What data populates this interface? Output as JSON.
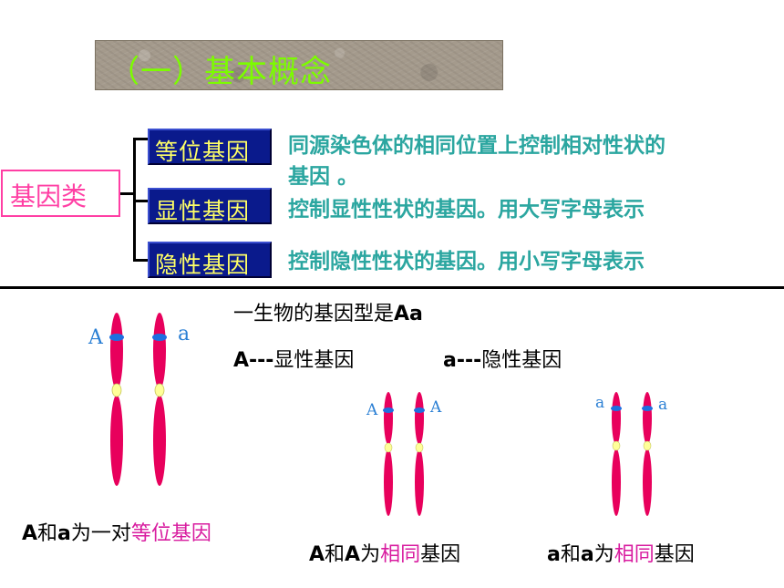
{
  "title": "（一）基本概念",
  "category": "基因类",
  "terms": [
    {
      "term": "等位基因",
      "definition_line1": "同源染色体的相同位置上控制相对性状的",
      "definition_line2": "基因 。"
    },
    {
      "term": "显性基因",
      "definition_line1": "控制显性性状的基因。用大写字母表示"
    },
    {
      "term": "隐性基因",
      "definition_line1": "控制隐性性状的基因。用小写字母表示"
    }
  ],
  "example": {
    "intro_prefix": "一生物的基因型是",
    "intro_genotype": "Aa",
    "dominant_symbol": "A---",
    "dominant_label": "显性基因",
    "recessive_symbol": "a---",
    "recessive_label": "隐性基因"
  },
  "diagrams": [
    {
      "left_allele": "A",
      "right_allele": "a"
    },
    {
      "left_allele": "A",
      "right_allele": "A"
    },
    {
      "left_allele": "a",
      "right_allele": "a"
    }
  ],
  "captions": {
    "c1": {
      "part1": "A",
      "part2": "和",
      "part3": "a",
      "part4": "为一对",
      "part5": "等位基因"
    },
    "c2": {
      "part1": "A",
      "part2": "和",
      "part3": "A",
      "part4": "为",
      "part5": "相同",
      "part6": "基因"
    },
    "c3": {
      "part1": "a",
      "part2": "和",
      "part3": "a",
      "part4": "为",
      "part5": "相同",
      "part6": "基因"
    }
  },
  "colors": {
    "title": "#7CFC00",
    "category": "#ff3fa4",
    "term_bg": "#0a1a8c",
    "term_text": "#ffff66",
    "definition": "#2ba6a0",
    "chromosome": "#e8005c",
    "gene_band": "#1e6fe0",
    "centromere": "#ffff99",
    "highlight": "#d81b9f"
  }
}
